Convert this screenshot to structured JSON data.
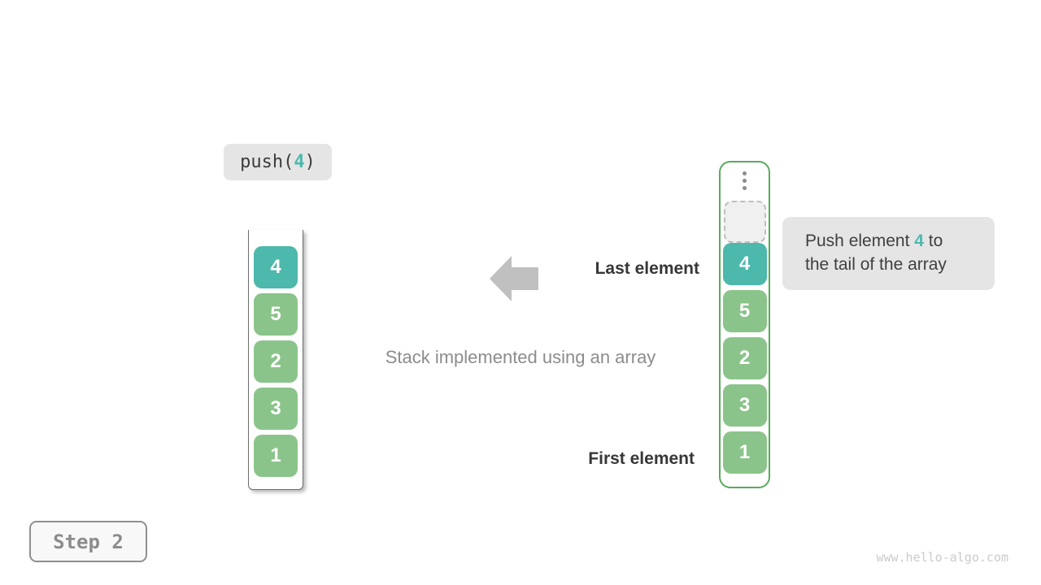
{
  "operation": {
    "prefix": "push(",
    "arg": "4",
    "suffix": ")"
  },
  "stacks": {
    "left": {
      "values": [
        "4",
        "5",
        "2",
        "3",
        "1"
      ]
    },
    "right": {
      "values": [
        "4",
        "5",
        "2",
        "3",
        "1"
      ]
    }
  },
  "labels": {
    "last_element": "Last element",
    "first_element": "First element",
    "caption": "Stack implemented using an array"
  },
  "tooltip": {
    "line1_pre": "Push element ",
    "highlight": "4",
    "line1_post": " to",
    "line2": "the tail of the array"
  },
  "footer": {
    "step_label": "Step 2",
    "watermark": "www.hello-algo.com"
  },
  "colors": {
    "teal": "#4db8ac",
    "green": "#8bc48b",
    "stack-border": "#5ca95f",
    "arrow-gray": "#c0c0c0",
    "label-bg": "#e5e5e5",
    "text-dark": "#3c3c3c",
    "text-gray": "#8c8c8c",
    "dot-gray": "#8c8c8c"
  }
}
